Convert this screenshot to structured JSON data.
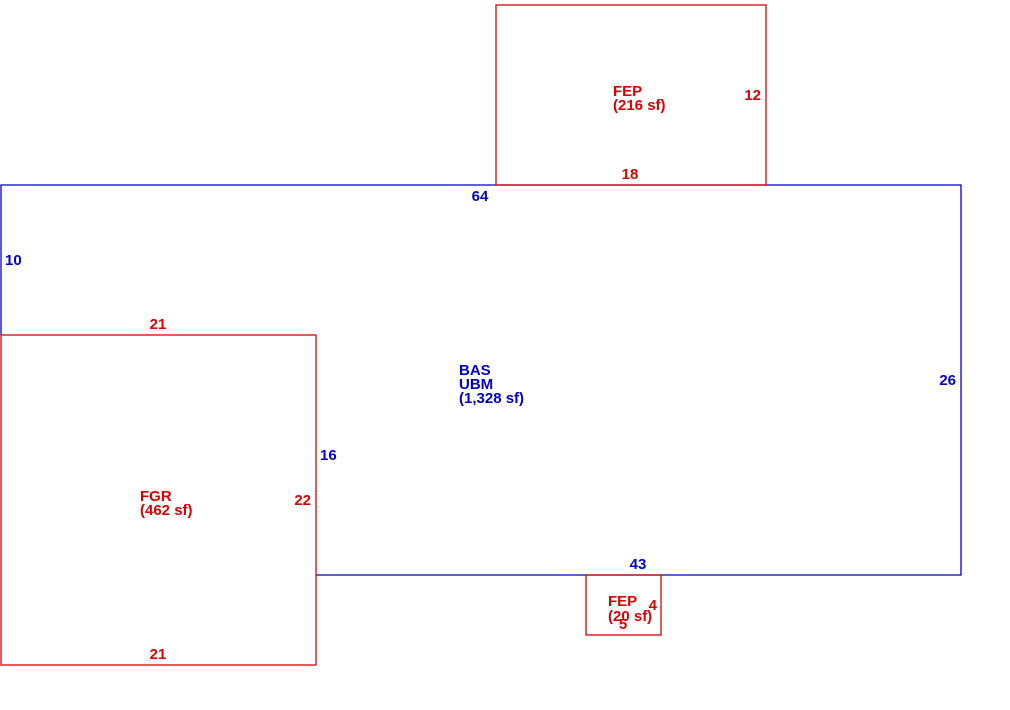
{
  "colors": {
    "main": "#0000cc",
    "attached": "#dd0000"
  },
  "areas": [
    {
      "id": "bas",
      "codes": [
        "BAS",
        "UBM"
      ],
      "area": "(1,328 sf)",
      "color": "main",
      "sides": [
        "64",
        "10",
        "26",
        "43",
        "16"
      ]
    },
    {
      "id": "fep-top",
      "codes": [
        "FEP"
      ],
      "area": "(216 sf)",
      "color": "attached",
      "sides": [
        "12",
        "18"
      ]
    },
    {
      "id": "fgr",
      "codes": [
        "FGR"
      ],
      "area": "(462 sf)",
      "color": "attached",
      "sides": [
        "21",
        "22",
        "21"
      ]
    },
    {
      "id": "fep-bottom",
      "codes": [
        "FEP"
      ],
      "area": "(20 sf)",
      "color": "attached",
      "sides": [
        "4",
        "5"
      ]
    }
  ]
}
